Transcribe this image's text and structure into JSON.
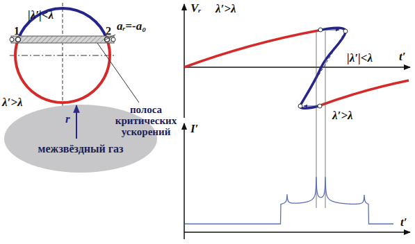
{
  "diagram": {
    "nodes": [
      {
        "text": [
          "межзвёздный газ"
        ]
      }
    ],
    "labels": [
      "|λ′|<λ",
      "1",
      "2",
      "aᵣ=-a₀",
      "λ′>λ",
      "полоса критических ускорений",
      "r",
      "Vᵣ",
      "λ′>λ",
      "t′",
      "|λ′|<λ",
      "λ′>λ",
      "I′",
      "t′"
    ]
  }
}
